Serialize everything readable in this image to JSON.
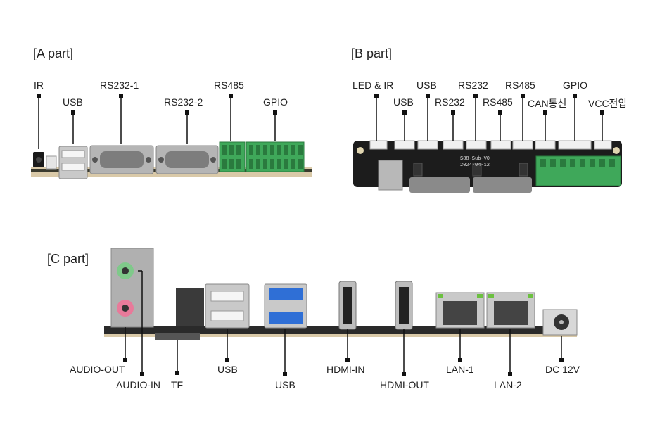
{
  "sections": {
    "a": {
      "title": "[A part]",
      "labels": [
        "IR",
        "USB",
        "RS232-1",
        "RS232-2",
        "RS485",
        "GPIO"
      ]
    },
    "b": {
      "title": "[B part]",
      "labels": [
        "LED & IR",
        "USB",
        "USB",
        "RS232",
        "RS232",
        "RS485",
        "RS485",
        "CAN통신",
        "GPIO",
        "VCC전압"
      ],
      "pcb_text": [
        "S88-Sub-V0",
        "2024-04-12"
      ]
    },
    "c": {
      "title": "[C part]",
      "labels": [
        "AUDIO-OUT",
        "AUDIO-IN",
        "TF",
        "USB",
        "USB",
        "HDMI-IN",
        "HDMI-OUT",
        "LAN-1",
        "LAN-2",
        "DC 12V"
      ]
    }
  },
  "colors": {
    "pcb_dark": "#1c1c1c",
    "connector_green": "#3fa85a",
    "usb3_blue": "#2f6fd6",
    "audio_green": "#7fc98a",
    "audio_pink": "#e87a9a",
    "metal": "#b8b8b8"
  }
}
